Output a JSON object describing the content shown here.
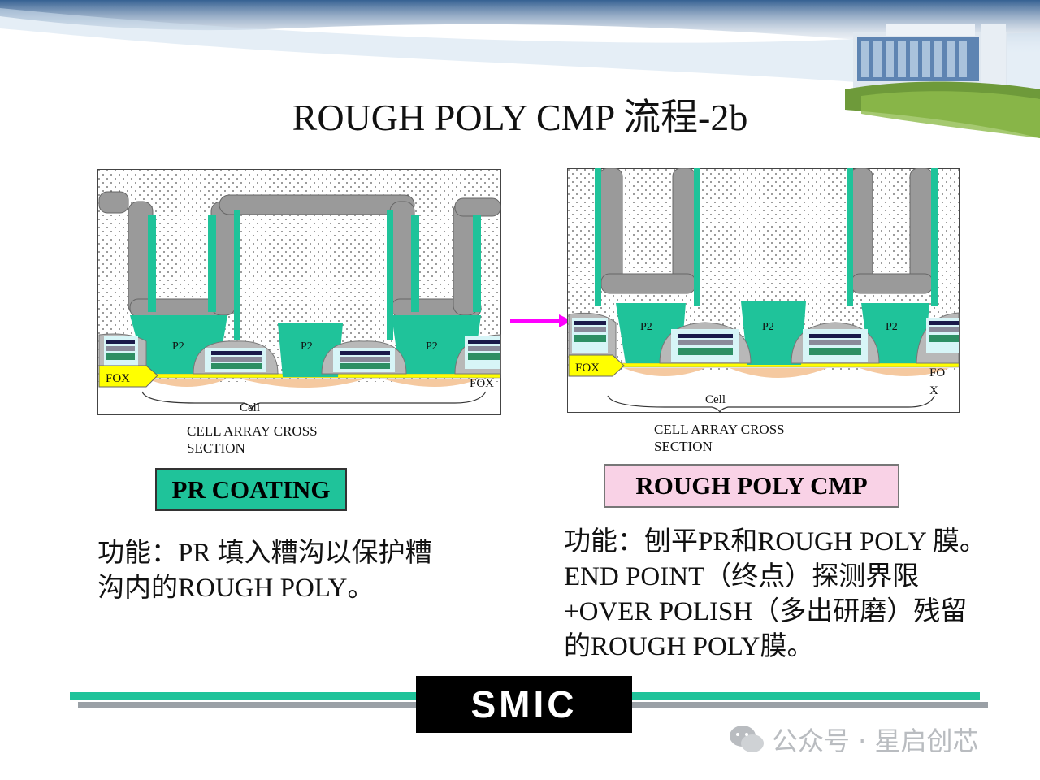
{
  "slide": {
    "title": "ROUGH POLY CMP 流程-2b"
  },
  "left_panel": {
    "fox_left": "FOX",
    "fox_right": "FOX",
    "p2_labels": [
      "P2",
      "P2",
      "P2"
    ],
    "cell_label": "Cell",
    "caption_line1": "CELL ARRAY CROSS",
    "caption_line2": "SECTION",
    "step_label": "PR COATING",
    "step_color": "#1fc39a",
    "desc_line1": "功能：PR 填入糟沟以保护糟",
    "desc_line2": "沟内的ROUGH POLY。"
  },
  "right_panel": {
    "fox_left": "FOX",
    "fox_right_1": "FO",
    "fox_right_2": "X",
    "p2_labels": [
      "P2",
      "P2",
      "P2"
    ],
    "cell_label": "Cell",
    "caption_line1": "CELL ARRAY CROSS",
    "caption_line2": "SECTION",
    "step_label": "ROUGH POLY CMP",
    "step_color": "#f9d2e6",
    "desc_line1": "功能：刨平PR和ROUGH POLY 膜。",
    "desc_line2": "END POINT（终点）探测界限",
    "desc_line3": "+OVER POLISH（多出研磨）残留",
    "desc_line4": "的ROUGH POLY膜。"
  },
  "footer": {
    "logo": "SMIC",
    "watermark": "公众号 · 星启创芯"
  },
  "colors": {
    "green": "#1fc39a",
    "magenta_arrow": "#ff00ff",
    "fox_yellow": "#ffff00",
    "dielectric_tan": "#f5c9a0"
  }
}
